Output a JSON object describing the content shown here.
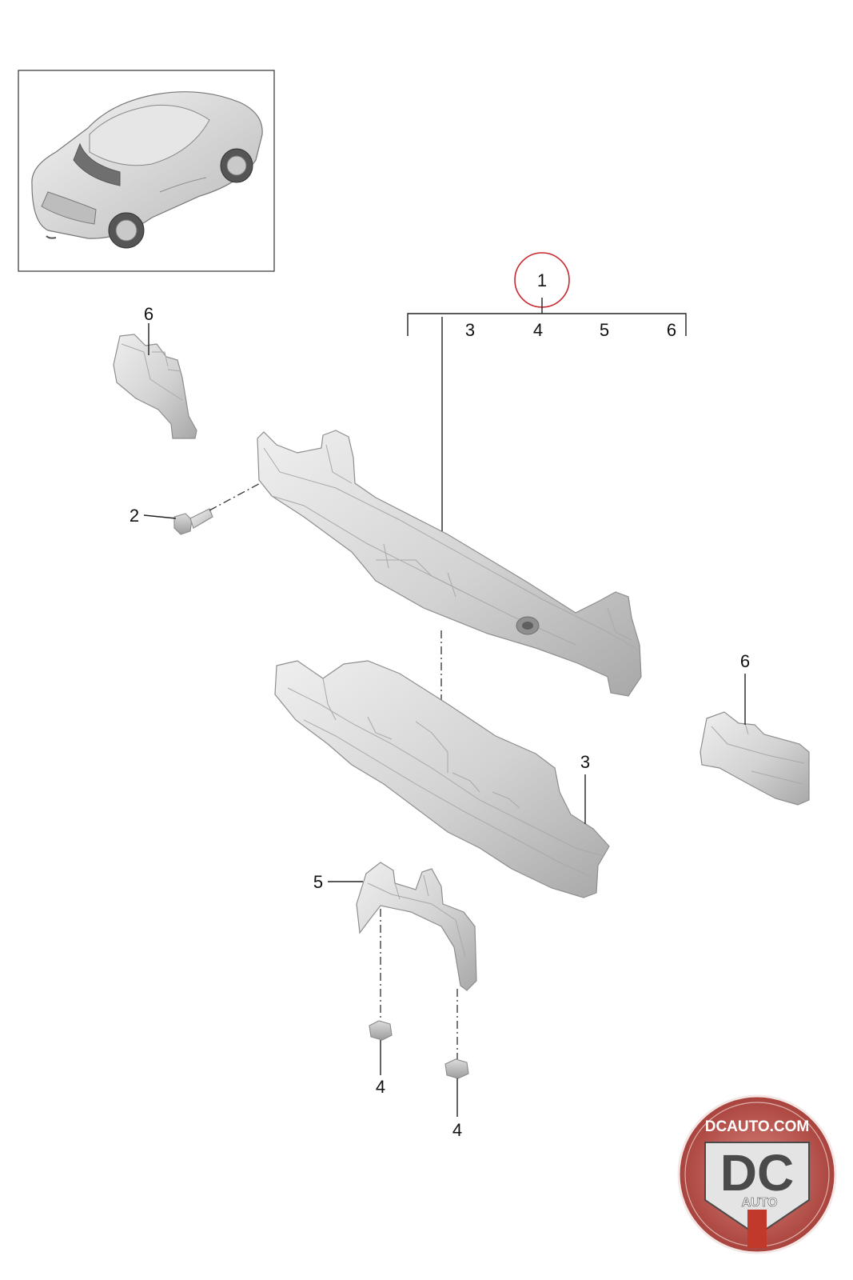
{
  "callouts": {
    "group": "1",
    "group_members": [
      "3",
      "4",
      "5",
      "6"
    ],
    "bolt": "2",
    "shield": "3",
    "nut_left": "4",
    "nut_right": "4",
    "bracket": "5",
    "mount_left": "6",
    "mount_right": "6"
  },
  "logo": {
    "domain": "DCAUTO.COM",
    "letters": "DC",
    "word": "AUTO"
  },
  "colors": {
    "highlight_circle": "#c8282d",
    "logo_red": "#b5443f",
    "part_fill": "#d4d4d4"
  }
}
